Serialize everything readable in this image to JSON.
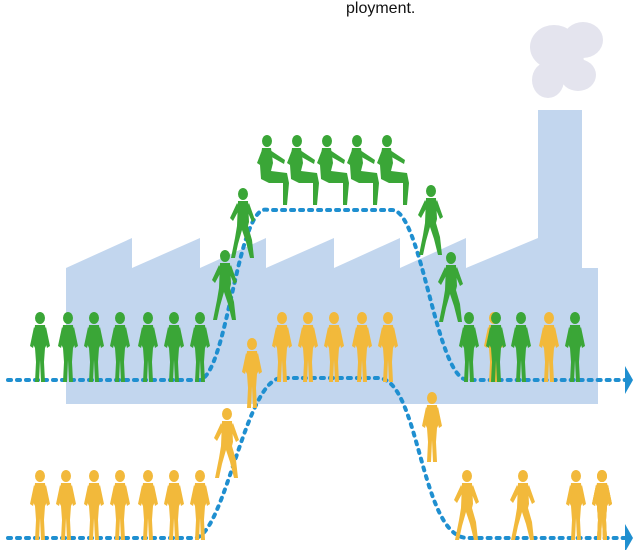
{
  "caption": "ployment.",
  "colors": {
    "factory": "#c2d6ee",
    "smoke": "#e4e4ee",
    "green_figure": "#3aa637",
    "yellow_figure": "#f2b93b",
    "path_dots": "#1f8fd0"
  },
  "icons": {
    "factory": "factory-icon",
    "smoke": "smoke-cloud-icon",
    "green_worker": "green-person-icon",
    "yellow_worker": "yellow-person-icon",
    "arrow": "arrow-right-icon"
  },
  "figures": {
    "green": [
      {
        "id": "g1",
        "pose": "stand"
      },
      {
        "id": "g2",
        "pose": "stand"
      },
      {
        "id": "g3",
        "pose": "stand"
      },
      {
        "id": "g4",
        "pose": "stand"
      },
      {
        "id": "g5",
        "pose": "stand"
      },
      {
        "id": "g6",
        "pose": "stand"
      },
      {
        "id": "g7",
        "pose": "stand"
      },
      {
        "id": "g8",
        "pose": "walk"
      },
      {
        "id": "g9",
        "pose": "walk"
      },
      {
        "id": "g10",
        "pose": "sit"
      },
      {
        "id": "g11",
        "pose": "sit"
      },
      {
        "id": "g12",
        "pose": "sit"
      },
      {
        "id": "g13",
        "pose": "sit"
      },
      {
        "id": "g14",
        "pose": "sit"
      },
      {
        "id": "g15",
        "pose": "walk"
      },
      {
        "id": "g16",
        "pose": "walk"
      },
      {
        "id": "g17",
        "pose": "stand"
      },
      {
        "id": "g18",
        "pose": "stand"
      },
      {
        "id": "g19",
        "pose": "stand"
      },
      {
        "id": "g20",
        "pose": "stand"
      }
    ],
    "yellow_in_factory": [
      {
        "id": "yf1",
        "pose": "stand"
      },
      {
        "id": "yf2",
        "pose": "stand"
      },
      {
        "id": "yf3",
        "pose": "stand"
      },
      {
        "id": "yf4",
        "pose": "stand"
      },
      {
        "id": "yf5",
        "pose": "stand"
      },
      {
        "id": "yf6",
        "pose": "stand"
      },
      {
        "id": "yf7",
        "pose": "stand"
      },
      {
        "id": "yf8",
        "pose": "stand"
      },
      {
        "id": "yf9",
        "pose": "stand"
      }
    ],
    "yellow_lower": [
      {
        "id": "y1",
        "pose": "stand"
      },
      {
        "id": "y2",
        "pose": "stand"
      },
      {
        "id": "y3",
        "pose": "stand"
      },
      {
        "id": "y4",
        "pose": "stand"
      },
      {
        "id": "y5",
        "pose": "stand"
      },
      {
        "id": "y6",
        "pose": "stand"
      },
      {
        "id": "y7",
        "pose": "stand"
      },
      {
        "id": "y8",
        "pose": "walk"
      },
      {
        "id": "y9",
        "pose": "walk"
      },
      {
        "id": "y10",
        "pose": "walk"
      },
      {
        "id": "y11",
        "pose": "stand"
      },
      {
        "id": "y12",
        "pose": "stand"
      },
      {
        "id": "y13",
        "pose": "stand"
      },
      {
        "id": "y14",
        "pose": "stand"
      }
    ]
  }
}
